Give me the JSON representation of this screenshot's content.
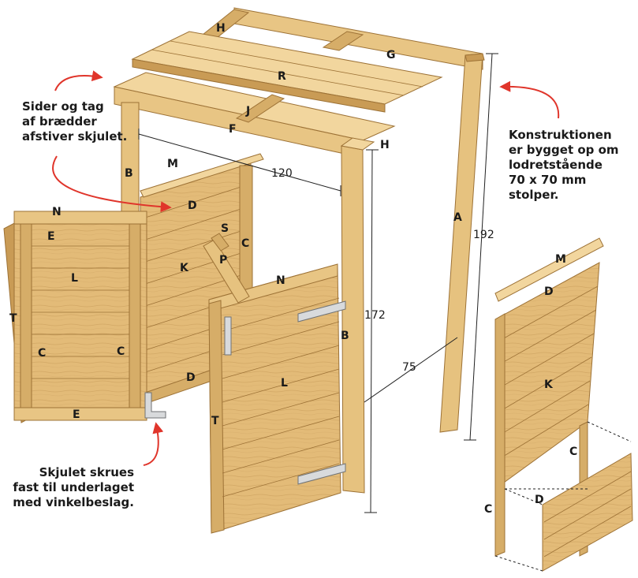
{
  "notes": {
    "left_top": [
      "Sider og tag",
      "af brædder",
      "afstiver skjulet."
    ],
    "right": [
      "Konstruktionen",
      "er bygget op om",
      "lodretstående",
      "70 x 70 mm",
      "stolper."
    ],
    "bottom": [
      "Skjulet skrues",
      "fast til underlaget",
      "med vinkelbeslag."
    ]
  },
  "dimensions": {
    "width": "120",
    "depth": "75",
    "height_total": "192",
    "height_front": "172"
  },
  "parts": {
    "A": "A",
    "B": "B",
    "C": "C",
    "D": "D",
    "E": "E",
    "F": "F",
    "G": "G",
    "H": "H",
    "J": "J",
    "K": "K",
    "L": "L",
    "M": "M",
    "N": "N",
    "P": "P",
    "R": "R",
    "S": "S",
    "T": "T"
  },
  "colors": {
    "wood": "#e3bb78",
    "wood_light": "#f0d49b",
    "wood_dark": "#b88a48",
    "arrow": "#e0352b"
  }
}
